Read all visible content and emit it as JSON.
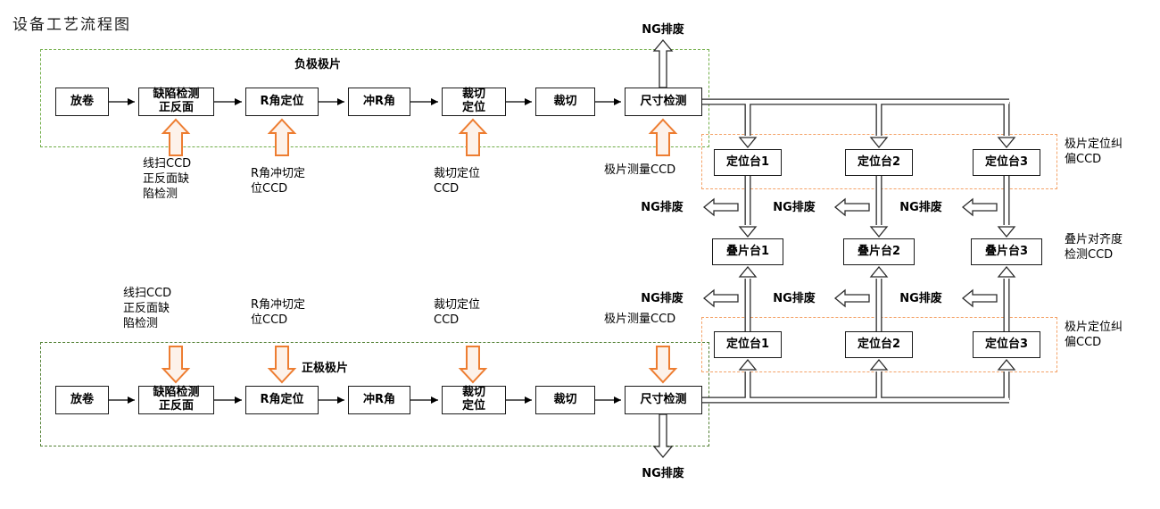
{
  "title": "设备工艺流程图",
  "flow_top": {
    "group_label": "负极极片",
    "steps": [
      "放卷",
      "缺陷检测\n正反面",
      "R角定位",
      "冲R角",
      "裁切\n定位",
      "裁切",
      "尺寸检测"
    ],
    "ng_label": "NG排废",
    "ccd_labels": [
      "线扫CCD\n正反面缺\n陷检测",
      "R角冲切定\n位CCD",
      "裁切定位\nCCD",
      "极片测量CCD"
    ]
  },
  "flow_bottom": {
    "group_label": "正极极片",
    "steps": [
      "放卷",
      "缺陷检测\n正反面",
      "R角定位",
      "冲R角",
      "裁切\n定位",
      "裁切",
      "尺寸检测"
    ],
    "ng_label": "NG排废",
    "ccd_labels": [
      "线扫CCD\n正反面缺\n陷检测",
      "R角冲切定\n位CCD",
      "裁切定位\nCCD",
      "极片测量CCD"
    ]
  },
  "stations": {
    "positioning_top": [
      "定位台1",
      "定位台2",
      "定位台3"
    ],
    "stacking": [
      "叠片台1",
      "叠片台2",
      "叠片台3"
    ],
    "positioning_bottom": [
      "定位台1",
      "定位台2",
      "定位台3"
    ]
  },
  "side_labels": {
    "positioning_top": "极片定位纠\n偏CCD",
    "stacking": "叠片对齐度\n检测CCD",
    "positioning_bottom": "极片定位纠\n偏CCD"
  },
  "ng_row_top": [
    "NG排废",
    "NG排废",
    "NG排废"
  ],
  "ng_row_bottom": [
    "NG排废",
    "NG排废",
    "NG排废"
  ],
  "colors": {
    "group_green_top": "#70ad47",
    "group_green_bottom": "#538135",
    "ccd_orange": "#ed7d31",
    "station_orange_border": "#f4a267"
  }
}
